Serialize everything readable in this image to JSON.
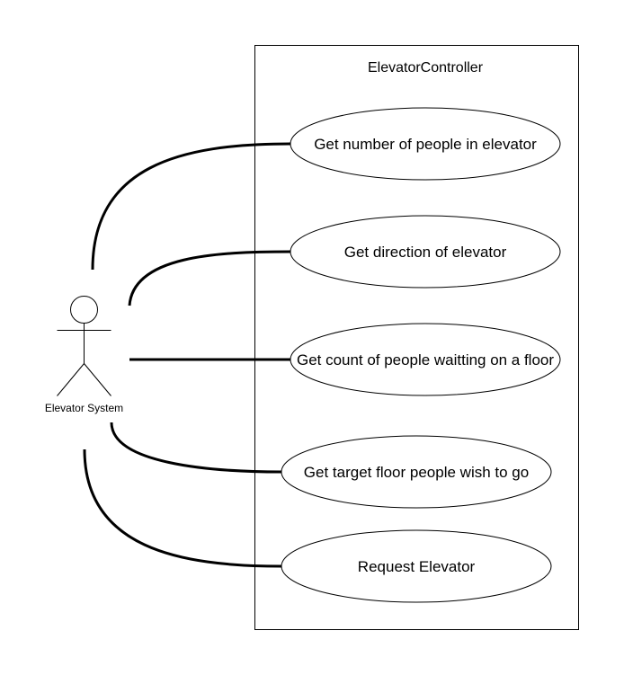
{
  "system_boundary": {
    "title": "ElevatorController"
  },
  "actor": {
    "label": "Elevator System"
  },
  "use_cases": [
    {
      "label": "Get number of people in elevator"
    },
    {
      "label": "Get direction of elevator"
    },
    {
      "label": "Get count of people waitting on a floor"
    },
    {
      "label": "Get target floor people wish to go"
    },
    {
      "label": "Request Elevator"
    }
  ]
}
